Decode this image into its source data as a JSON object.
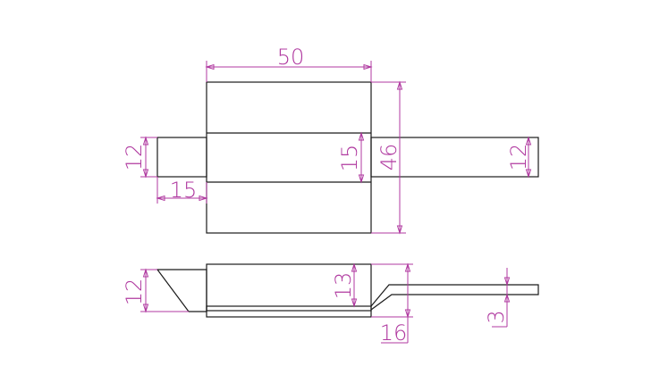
{
  "dimensions": {
    "top_width": "50",
    "total_height": "46",
    "center_band": "15",
    "left_tab_height": "12",
    "left_tab_length": "15",
    "right_tab_height": "12",
    "side_left_height": "12",
    "side_block_height": "13",
    "side_offset": "16",
    "side_thickness": "3"
  },
  "colors": {
    "outline": "#1a1a1a",
    "dimension": "#b03aa0",
    "background": "#ffffff"
  }
}
